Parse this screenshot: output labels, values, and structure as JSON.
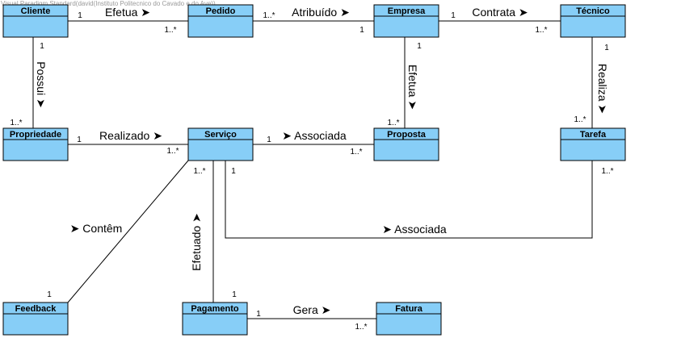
{
  "watermark": "Visual Paradigm Standard(david(Instituto Politecnico do Cavado e do Ave))",
  "colors": {
    "class_fill": "#87CEF7",
    "class_stroke": "#000000",
    "line": "#000000",
    "background": "#FFFFFF"
  },
  "classes": {
    "cliente": "Cliente",
    "pedido": "Pedido",
    "empresa": "Empresa",
    "tecnico": "Técnico",
    "propriedade": "Propriedade",
    "servico": "Serviço",
    "proposta": "Proposta",
    "tarefa": "Tarefa",
    "feedback": "Feedback",
    "pagamento": "Pagamento",
    "fatura": "Fatura"
  },
  "associations": {
    "efetua_pedido": {
      "label": "Efetua ➤",
      "source_mult": "1",
      "target_mult": "1..*"
    },
    "atribuido": {
      "label": "Atribuído ➤",
      "source_mult": "1..*",
      "target_mult": "1"
    },
    "contrata": {
      "label": "Contrata ➤",
      "source_mult": "1",
      "target_mult": "1..*"
    },
    "possui": {
      "label": "Possui ➤",
      "source_mult": "1",
      "target_mult": "1..*"
    },
    "efetua_proposta": {
      "label": "Efetua ➤",
      "source_mult": "1",
      "target_mult": "1..*"
    },
    "realiza": {
      "label": "Realiza ➤",
      "source_mult": "1",
      "target_mult": "1..*"
    },
    "realizado": {
      "label": "Realizado ➤",
      "source_mult": "1",
      "target_mult": "1..*"
    },
    "associada_proposta": {
      "label": "➤ Associada",
      "source_mult": "1",
      "target_mult": "1..*"
    },
    "associada_tarefa": {
      "label": "➤ Associada",
      "source_mult": "1",
      "target_mult": "1..*"
    },
    "contem": {
      "label": "➤ Contêm",
      "source_mult": "1..*",
      "target_mult": "1"
    },
    "efetuado": {
      "label": "Efetuado ➤",
      "source_mult": "1",
      "target_mult": "1"
    },
    "gera": {
      "label": "Gera ➤",
      "source_mult": "1",
      "target_mult": "1..*"
    }
  }
}
